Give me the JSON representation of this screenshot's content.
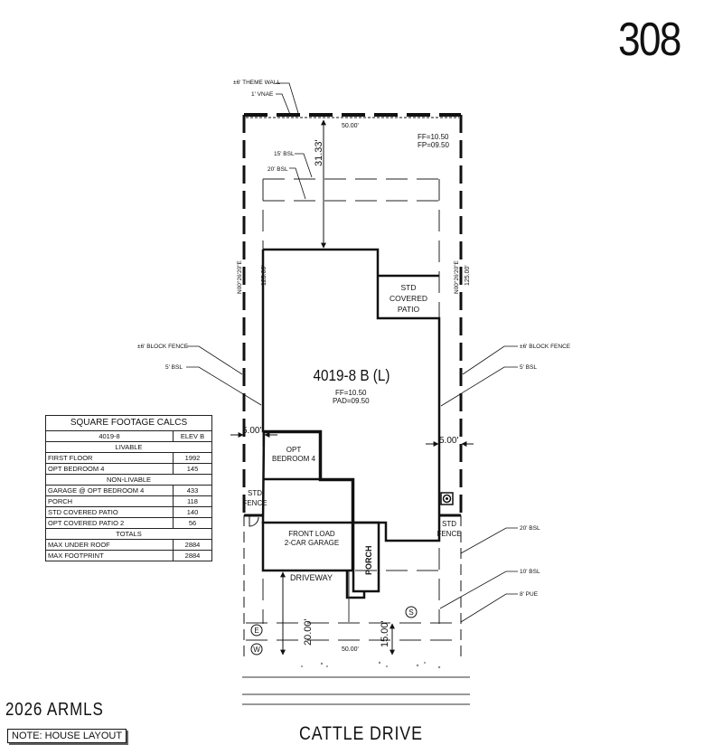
{
  "lot_number": "308",
  "plan": {
    "theme_wall": "±6' THEME WALL",
    "vnae": "1' VNAE",
    "top_width": "50.00'",
    "bottom_width": "50.00'",
    "lot_ff": "FF=10.50",
    "lot_fp": "FP=09.50",
    "bsl_15": "15' BSL",
    "bsl_20_top": "20' BSL",
    "rear_setback": "31.33'",
    "left_bearing": "N00°26'20\"E",
    "left_length": "125.00'",
    "right_bearing": "N00°26'20\"E",
    "right_length": "125.00'",
    "std_covered_patio": [
      "STD",
      "COVERED",
      "PATIO"
    ],
    "block_fence_left": "±6' BLOCK FENCE",
    "bsl_5_left": "5' BSL",
    "block_fence_right": "±6' BLOCK FENCE",
    "bsl_5_right": "5' BSL",
    "house_model": "4019-8 B (L)",
    "house_ff": "FF=10.50",
    "house_pad": "PAD=09.50",
    "side_left": "5.00'",
    "side_right": "5.00'",
    "opt_bedroom": [
      "OPT",
      "BEDROOM 4"
    ],
    "std_fence_left": [
      "STD",
      "FENCE"
    ],
    "std_fence_right": [
      "STD",
      "FENCE"
    ],
    "garage": [
      "FRONT LOAD",
      "2-CAR GARAGE"
    ],
    "porch": "PORCH",
    "driveway": "DRIVEWAY",
    "bsl_20_bottom": "20' BSL",
    "bsl_10": "10' BSL",
    "pue_8": "8' PUE",
    "front_20": "20.00'",
    "front_15": "15.00'",
    "marker_s": "S",
    "marker_e": "E",
    "marker_w": "W"
  },
  "calcs": {
    "title": "SQUARE FOOTAGE CALCS",
    "col_model": "4019-8",
    "col_elev": "ELEV B",
    "livable_header": "LIVABLE",
    "livable": [
      {
        "label": "FIRST FLOOR",
        "value": "1992"
      },
      {
        "label": "OPT BEDROOM 4",
        "value": "145"
      }
    ],
    "nonlivable_header": "NON-LIVABLE",
    "nonlivable": [
      {
        "label": "GARAGE @ OPT BEDROOM 4",
        "value": "433"
      },
      {
        "label": "PORCH",
        "value": "118"
      },
      {
        "label": "STD COVERED PATIO",
        "value": "140"
      },
      {
        "label": "OPT COVERED PATIO 2",
        "value": "56"
      }
    ],
    "totals_header": "TOTALS",
    "totals": [
      {
        "label": "MAX UNDER ROOF",
        "value": "2884"
      },
      {
        "label": "MAX FOOTPRINT",
        "value": "2884"
      }
    ]
  },
  "copyright": "2026 ARMLS",
  "note": "NOTE: HOUSE LAYOUT",
  "street_name": "CATTLE DRIVE"
}
